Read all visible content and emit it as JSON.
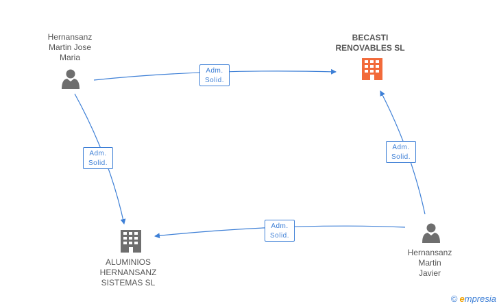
{
  "nodes": {
    "person1": {
      "lines": [
        "Hernansanz",
        "Martin Jose",
        "Maria"
      ],
      "icon": "person-icon"
    },
    "company1": {
      "lines": [
        "BECASTI",
        "RENOVABLES SL"
      ],
      "icon": "building-icon",
      "color": "#f26a3a"
    },
    "company2": {
      "lines": [
        "ALUMINIOS",
        "HERNANSANZ",
        "SISTEMAS SL"
      ],
      "icon": "building-icon",
      "color": "#6e6e6e"
    },
    "person2": {
      "lines": [
        "Hernansanz",
        "Martin",
        "Javier"
      ],
      "icon": "person-icon"
    }
  },
  "edges": [
    {
      "from": "person1",
      "to": "company1",
      "label": [
        "Adm.",
        "Solid."
      ]
    },
    {
      "from": "person1",
      "to": "company2",
      "label": [
        "Adm.",
        "Solid."
      ]
    },
    {
      "from": "person2",
      "to": "company1",
      "label": [
        "Adm.",
        "Solid."
      ]
    },
    {
      "from": "person2",
      "to": "company2",
      "label": [
        "Adm.",
        "Solid."
      ]
    }
  ],
  "colors": {
    "edge": "#3d7fd6",
    "person": "#6e6e6e"
  },
  "brand": {
    "copyright": "©",
    "e": "e",
    "rest": "mpresia"
  }
}
